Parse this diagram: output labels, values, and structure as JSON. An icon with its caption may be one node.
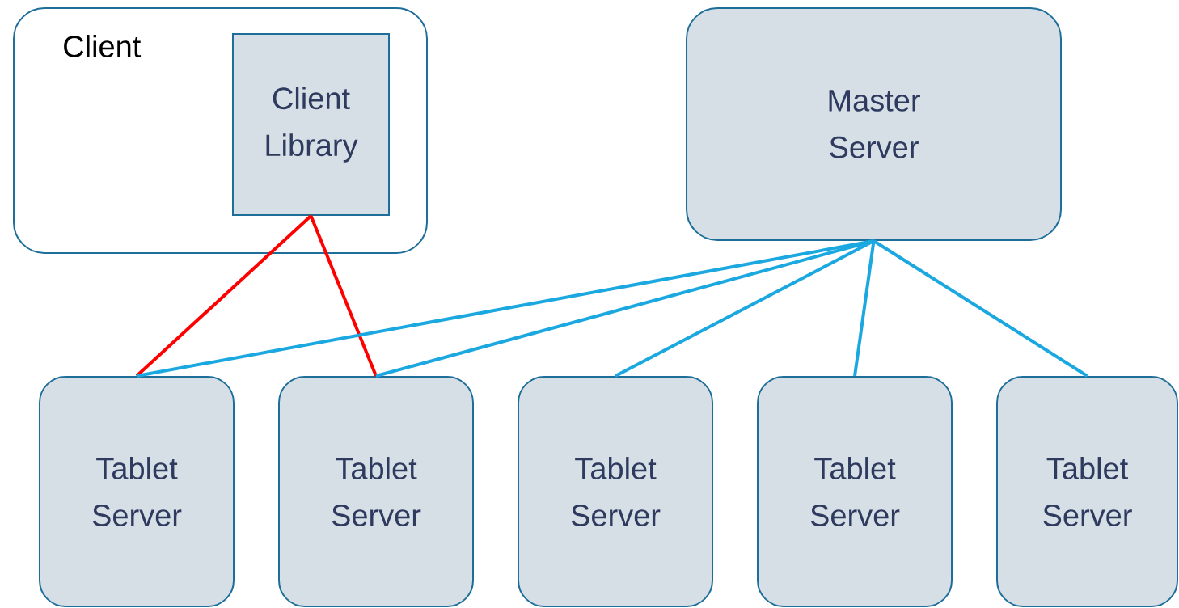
{
  "diagram": {
    "nodes": [
      {
        "text": [
          "Client"
        ]
      },
      {
        "text": [
          "Client Library"
        ],
        "in": 0
      },
      {
        "text": [
          "Master Server"
        ]
      },
      {
        "text": [
          "Tablet Server"
        ]
      },
      {
        "text": [
          "Tablet Server"
        ]
      },
      {
        "text": [
          "Tablet Server"
        ]
      },
      {
        "text": [
          "Tablet Server"
        ]
      },
      {
        "text": [
          "Tablet Server"
        ]
      }
    ],
    "edges": [
      {
        "from": 1,
        "to": 3,
        "arrow": "none",
        "color": "#ff0000"
      },
      {
        "from": 1,
        "to": 4,
        "arrow": "none",
        "color": "#ff0000"
      },
      {
        "from": 2,
        "to": 3,
        "arrow": "none"
      },
      {
        "from": 2,
        "to": 4,
        "arrow": "none"
      },
      {
        "from": 2,
        "to": 5,
        "arrow": "none"
      },
      {
        "from": 2,
        "to": 6,
        "arrow": "none"
      },
      {
        "from": 2,
        "to": 7,
        "arrow": "none"
      }
    ]
  }
}
